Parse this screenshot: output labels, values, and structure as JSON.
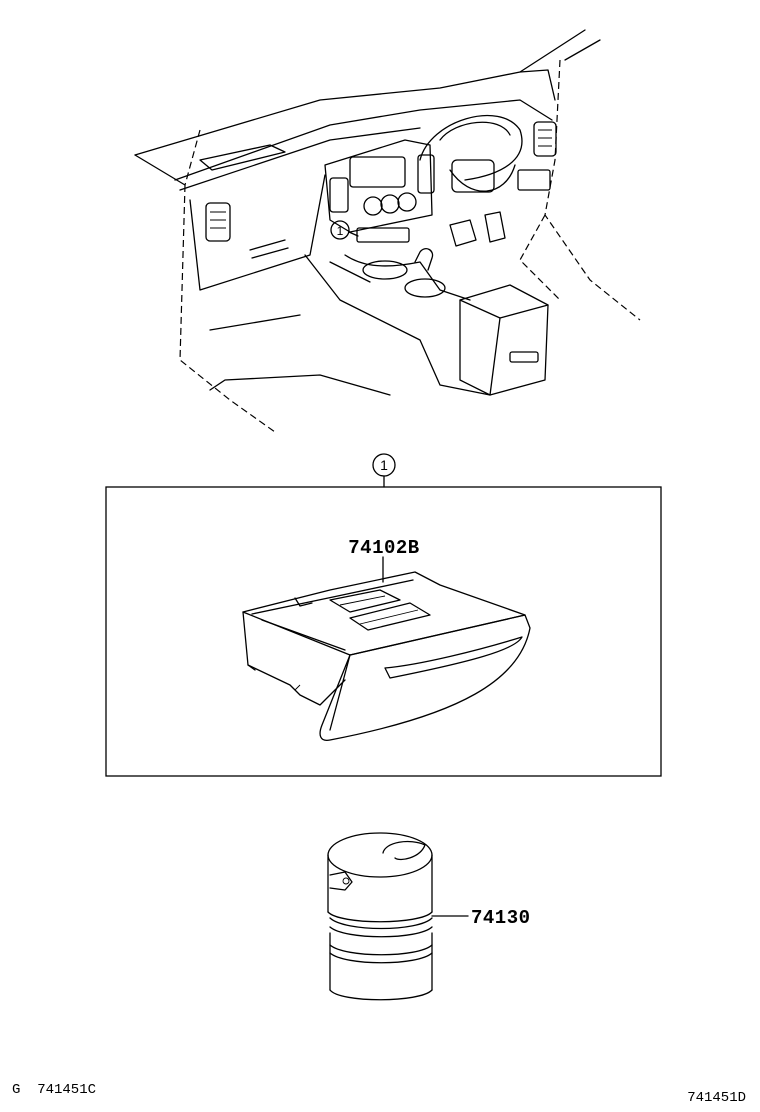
{
  "callout_number": "1",
  "parts": {
    "ashtray_assy": "74102B",
    "ashtray_insert": "74130"
  },
  "footer": {
    "left_code": "G  741451C",
    "right_code": "741451D"
  }
}
